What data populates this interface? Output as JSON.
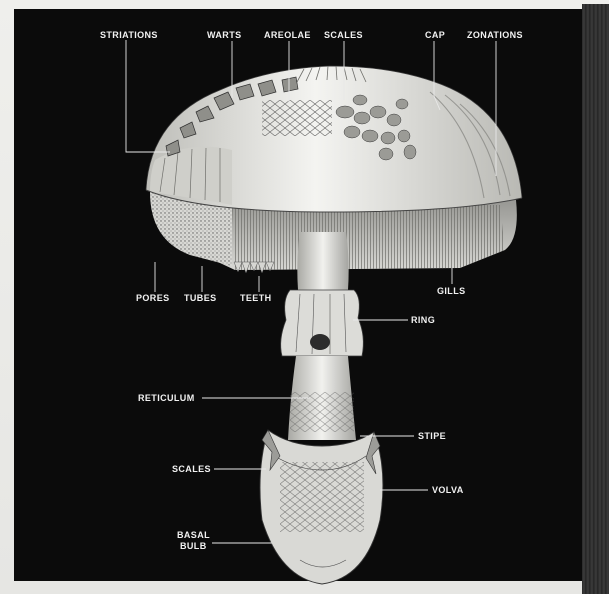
{
  "labels": {
    "striations": "STRIATIONS",
    "warts": "WARTS",
    "areolae": "AREOLAE",
    "scales_cap": "SCALES",
    "cap": "CAP",
    "zonations": "ZONATIONS",
    "pores": "PORES",
    "tubes": "TUBES",
    "teeth": "TEETH",
    "gills": "GILLS",
    "ring": "RING",
    "reticulum": "RETICULUM",
    "stipe": "STIPE",
    "scales_volva": "SCALES",
    "volva": "VOLVA",
    "basal_bulb_line1": "BASAL",
    "basal_bulb_line2": "BULB"
  },
  "colors": {
    "panel_background": "#0b0b0b",
    "label_text": "#f2f2f2",
    "illustration_light": "#f1f1ee",
    "illustration_shade": "#9a9a96"
  }
}
